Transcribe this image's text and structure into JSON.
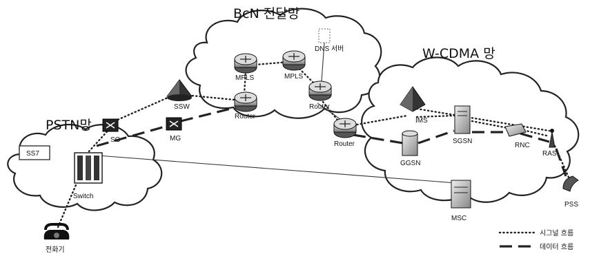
{
  "clouds": {
    "bcn_title": "BcN 전달망",
    "wcdma_title": "W-CDMA 망",
    "pstn_title": "PSTN망"
  },
  "nodes": {
    "mpls_1": "MPLS",
    "mpls_2": "MPLS",
    "dns_server": "DNS 서버",
    "router_bcn_1": "Router",
    "router_bcn_2": "Router",
    "router_wcdma": "Router",
    "ssw": "SSW",
    "sg": "SG",
    "mg": "MG",
    "ss7": "SS7",
    "switch": "Switch",
    "phone": "전화기",
    "ims": "IMS",
    "sgsn": "SGSN",
    "ggsn": "GGSN",
    "rnc": "RNC",
    "ras": "RAS",
    "pss": "PSS",
    "msc": "MSC"
  },
  "legend": {
    "signal": "시그널 흐름",
    "data": "데이터 흐름"
  }
}
